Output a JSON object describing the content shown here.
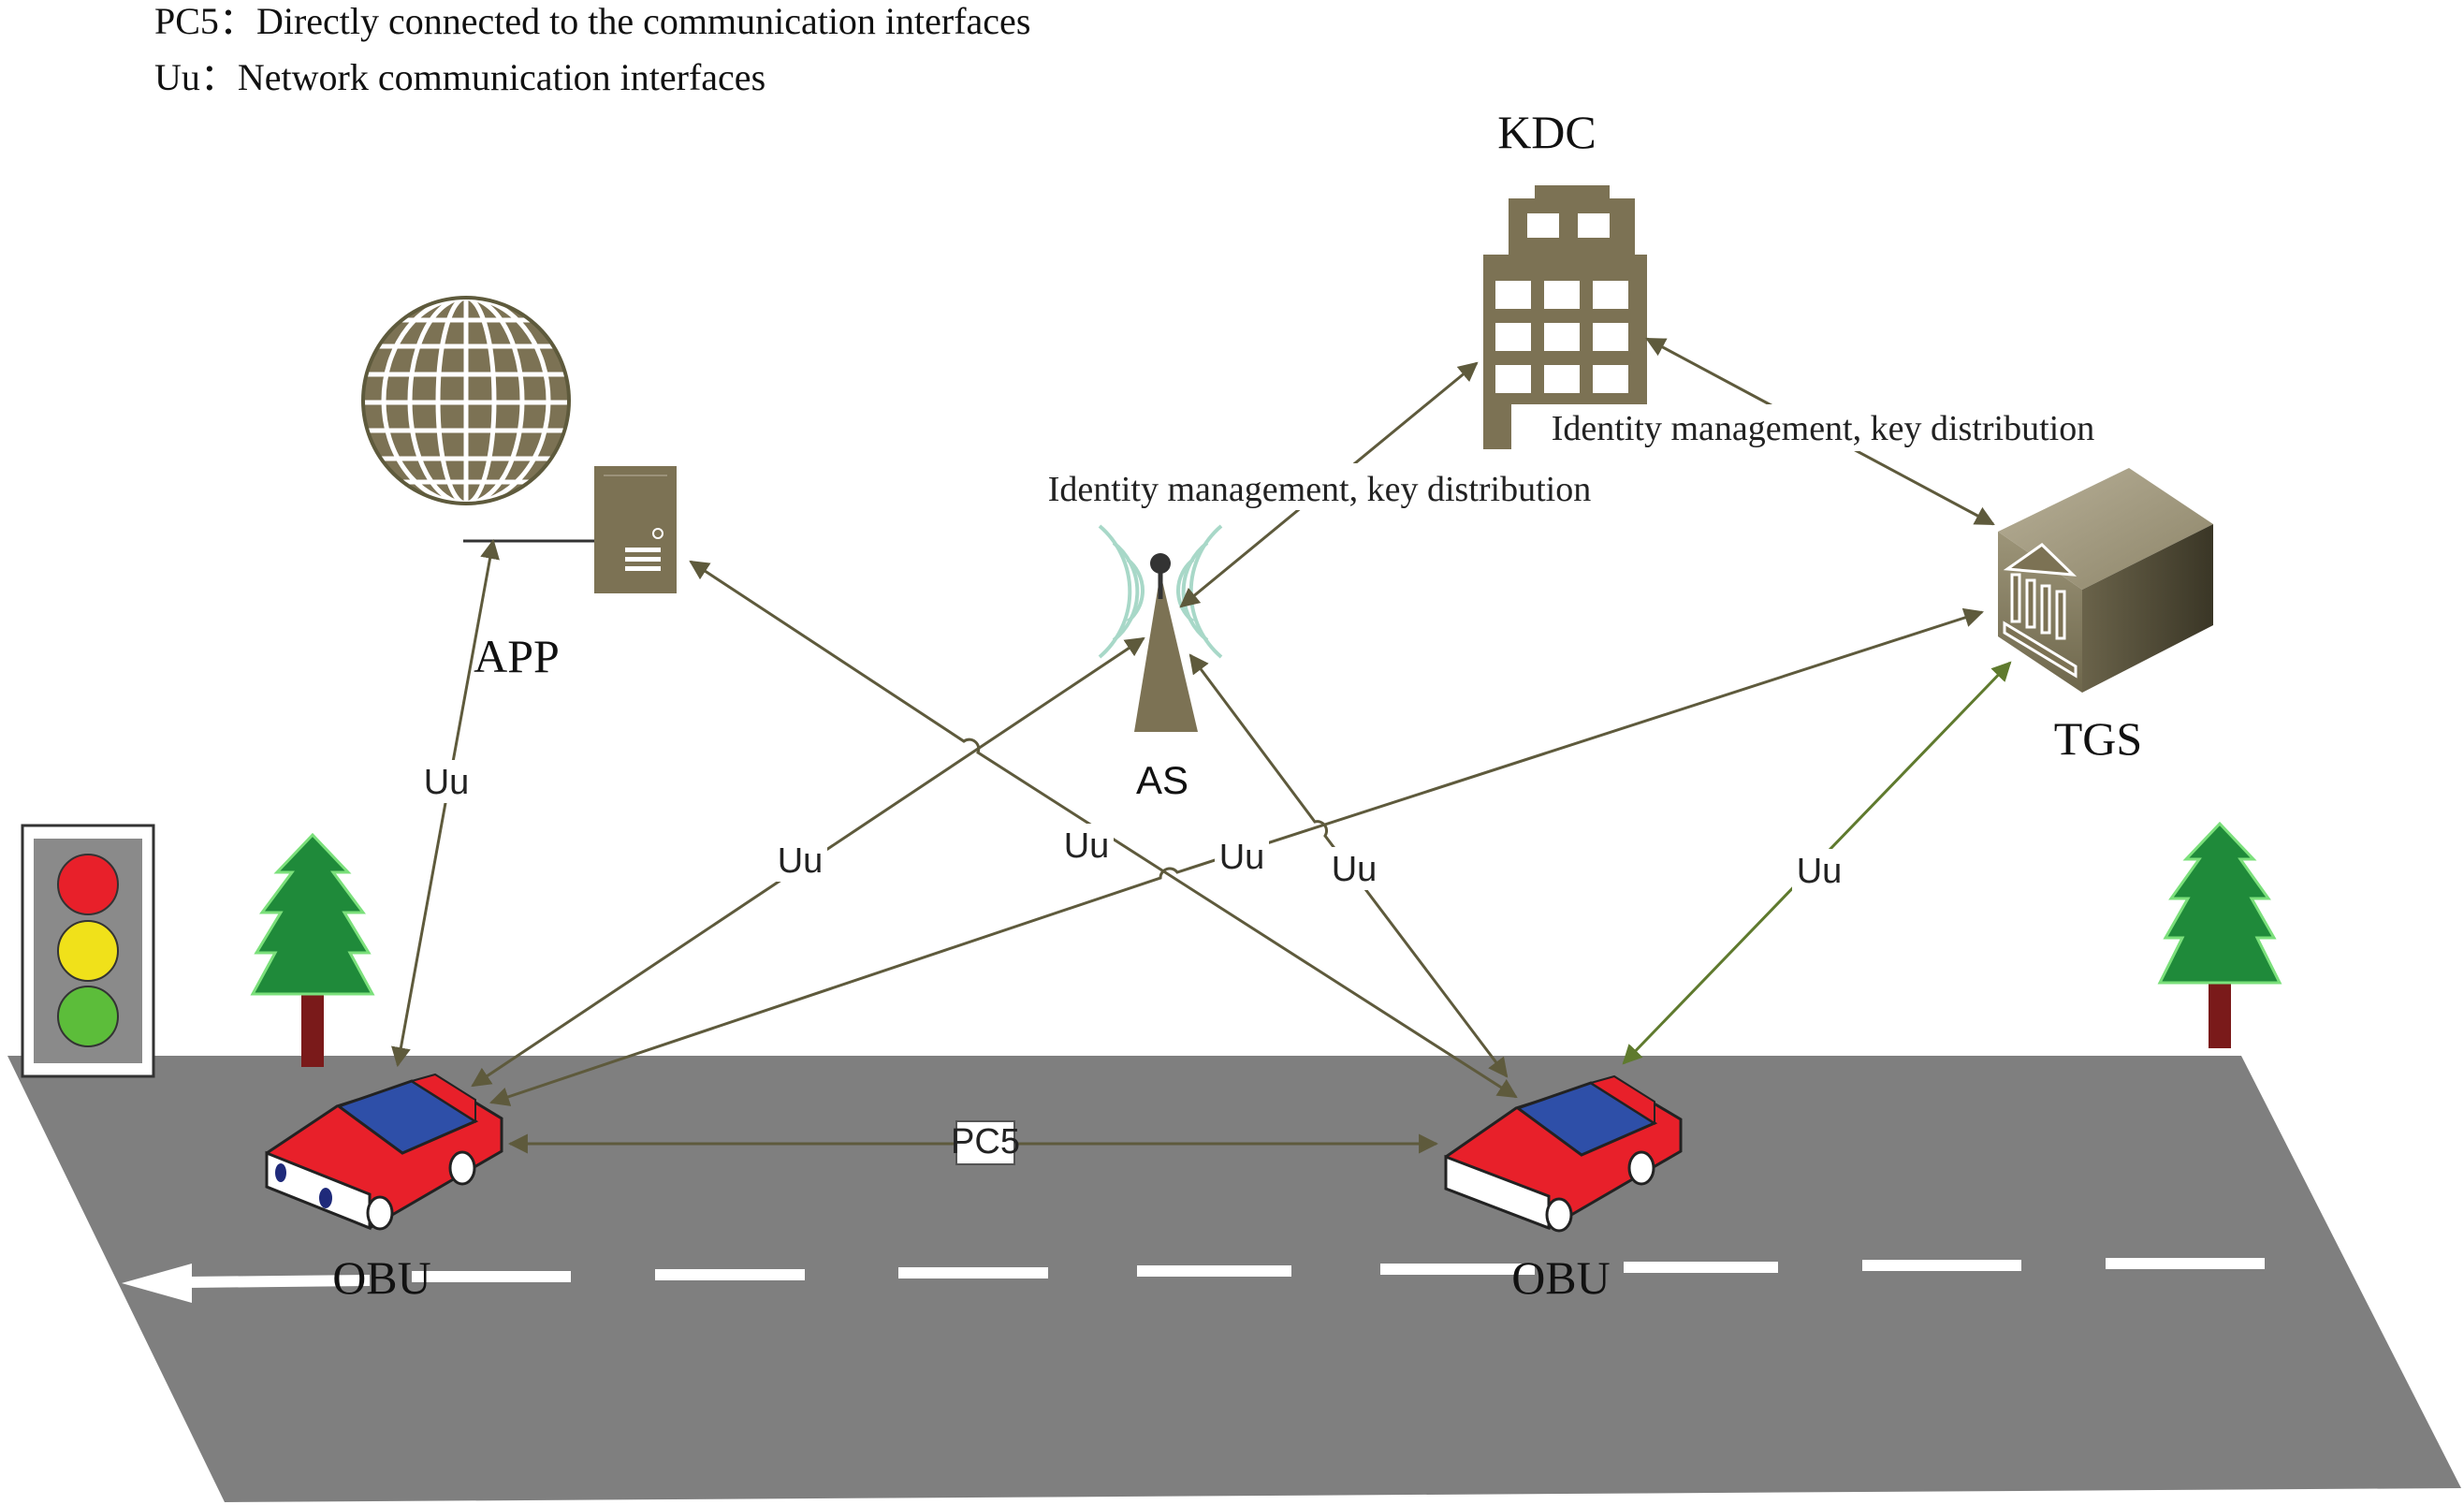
{
  "legend": [
    {
      "code": "PC5",
      "sep": "：",
      "text": "Directly connected to the communication interfaces"
    },
    {
      "code": "Uu",
      "sep": "：",
      "text": "Network communication interfaces"
    }
  ],
  "nodes": {
    "kdc": "KDC",
    "app": "APP",
    "as": "AS",
    "tgs": "TGS",
    "obu_left": "OBU",
    "obu_right": "OBU"
  },
  "edge_labels": {
    "uu": "Uu",
    "pc5": "PC5",
    "identity_left": "Identity management, key distribution",
    "identity_right": "Identity management, key distribution"
  },
  "colors": {
    "arrow": "#5e5a3c",
    "arrow_green": "#5f7a2e",
    "icon": "#7c7254",
    "road": "#7f7f7f",
    "car_body": "#e8202a",
    "car_window": "#2e4fa8",
    "tree": "#1f8a3a",
    "light_red": "#e8202a",
    "light_yellow": "#f0e11a",
    "light_green": "#5cbd3a"
  },
  "icons": [
    "globe-icon",
    "server-icon",
    "building-icon",
    "antenna-icon",
    "bank-box-icon",
    "car-icon",
    "tree-icon",
    "traffic-light-icon"
  ]
}
